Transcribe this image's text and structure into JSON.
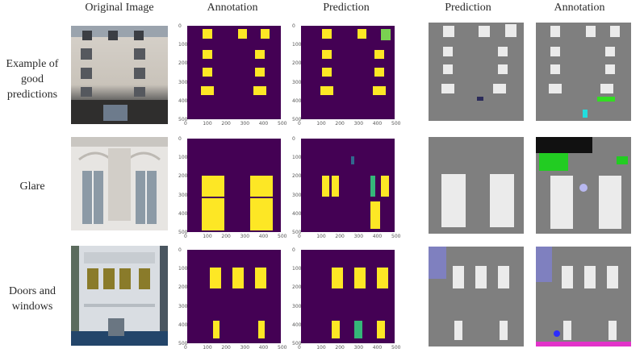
{
  "headers": [
    "Original Image",
    "Annotation",
    "Prediction",
    "Prediction",
    "Annotation"
  ],
  "rows": [
    {
      "label_lines": [
        "Example of",
        "good",
        "predictions"
      ]
    },
    {
      "label_lines": [
        "Glare"
      ]
    },
    {
      "label_lines": [
        "Doors and",
        "windows"
      ]
    }
  ],
  "axis_ticks": {
    "x": [
      "0",
      "100",
      "200",
      "300",
      "400",
      "500"
    ],
    "y": [
      "0",
      "100",
      "200",
      "300",
      "400",
      "500"
    ]
  },
  "colors": {
    "viridis_bg": "#440154",
    "viridis_fg": "#fde725",
    "gray_bg": "#7f7f7f",
    "window": "#ebebeb"
  }
}
